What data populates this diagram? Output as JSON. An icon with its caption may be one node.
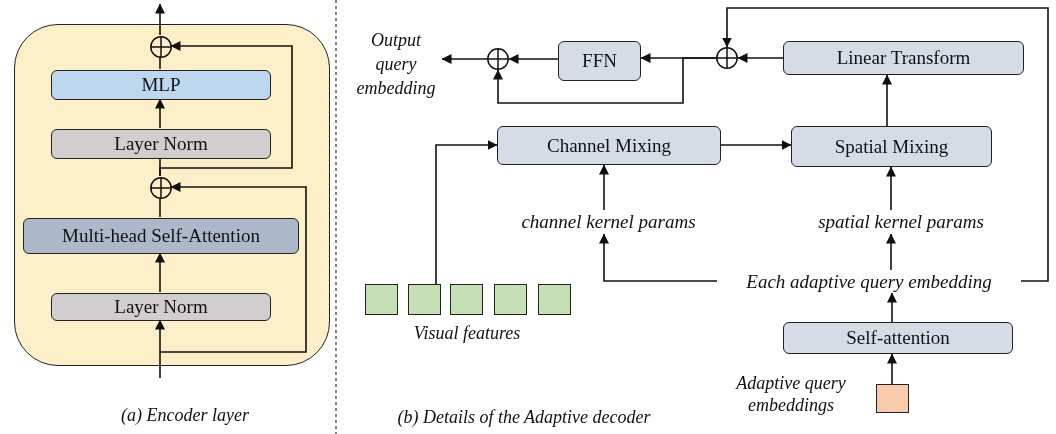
{
  "diagram": {
    "nodes": [
      {
        "text": [],
        "shape": "box"
      },
      {
        "text": [],
        "shape": "circle",
        "in": 0
      },
      {
        "text": [
          "MLP"
        ],
        "in": 0
      },
      {
        "text": [
          "Layer Norm"
        ],
        "in": 0
      },
      {
        "text": [],
        "shape": "circle",
        "in": 0
      },
      {
        "text": [
          "Multi-head Self-Attention"
        ],
        "in": 0
      },
      {
        "text": [
          "Layer Norm"
        ],
        "in": 0
      },
      {
        "text": [
          "Output query embedding"
        ]
      },
      {
        "text": [],
        "shape": "circle"
      },
      {
        "text": [
          "FFN"
        ]
      },
      {
        "text": [],
        "shape": "circle"
      },
      {
        "text": [
          "Linear Transform"
        ]
      },
      {
        "text": [
          "Channel Mixing"
        ]
      },
      {
        "text": [
          "Spatial Mixing"
        ]
      },
      {
        "text": [
          "channel kernel params"
        ]
      },
      {
        "text": [
          "spatial kernel params"
        ]
      },
      {
        "text": [],
        "shape": "box"
      },
      {
        "text": [],
        "shape": "box"
      },
      {
        "text": [],
        "shape": "box"
      },
      {
        "text": [],
        "shape": "box"
      },
      {
        "text": [],
        "shape": "box"
      },
      {
        "text": [
          "Each adaptive query embedding"
        ]
      },
      {
        "text": [
          "Self-attention"
        ]
      },
      {
        "text": [],
        "shape": "box",
        "beside": [
          "Adaptive query embeddings"
        ]
      }
    ],
    "edges": [
      {
        "from": null,
        "to": 6,
        "arrow": "to"
      },
      {
        "from": 6,
        "to": 5,
        "arrow": "to"
      },
      {
        "from": 5,
        "to": 4,
        "arrow": "none"
      },
      {
        "from": null,
        "to": 4,
        "arrow": "to"
      },
      {
        "from": 4,
        "to": 3,
        "arrow": "none"
      },
      {
        "from": 3,
        "to": 2,
        "arrow": "to"
      },
      {
        "from": 2,
        "to": 1,
        "arrow": "none"
      },
      {
        "from": 4,
        "to": 1,
        "arrow": "to"
      },
      {
        "from": 1,
        "to": null,
        "arrow": "to"
      },
      {
        "from": 23,
        "to": 22,
        "arrow": "to"
      },
      {
        "from": 22,
        "to": 21,
        "arrow": "to"
      },
      {
        "from": 21,
        "to": 15,
        "arrow": "to"
      },
      {
        "from": 21,
        "to": 14,
        "arrow": "to"
      },
      {
        "from": 21,
        "to": 10,
        "arrow": "to"
      },
      {
        "from": 15,
        "to": 13,
        "arrow": "to"
      },
      {
        "from": 14,
        "to": 12,
        "arrow": "to"
      },
      {
        "from": 17,
        "to": 12,
        "arrow": "to"
      },
      {
        "from": 12,
        "to": 13,
        "arrow": "to"
      },
      {
        "from": 13,
        "to": 11,
        "arrow": "to"
      },
      {
        "from": 11,
        "to": 10,
        "arrow": "to"
      },
      {
        "from": 10,
        "to": 9,
        "arrow": "to"
      },
      {
        "from": 9,
        "to": 8,
        "arrow": "to"
      },
      {
        "from": 10,
        "to": 8,
        "arrow": "to"
      },
      {
        "from": 8,
        "to": 7,
        "arrow": "to"
      }
    ],
    "labels": [
      "(a) Encoder layer",
      "Visual features",
      "(b) Details of the Adaptive decoder"
    ]
  }
}
